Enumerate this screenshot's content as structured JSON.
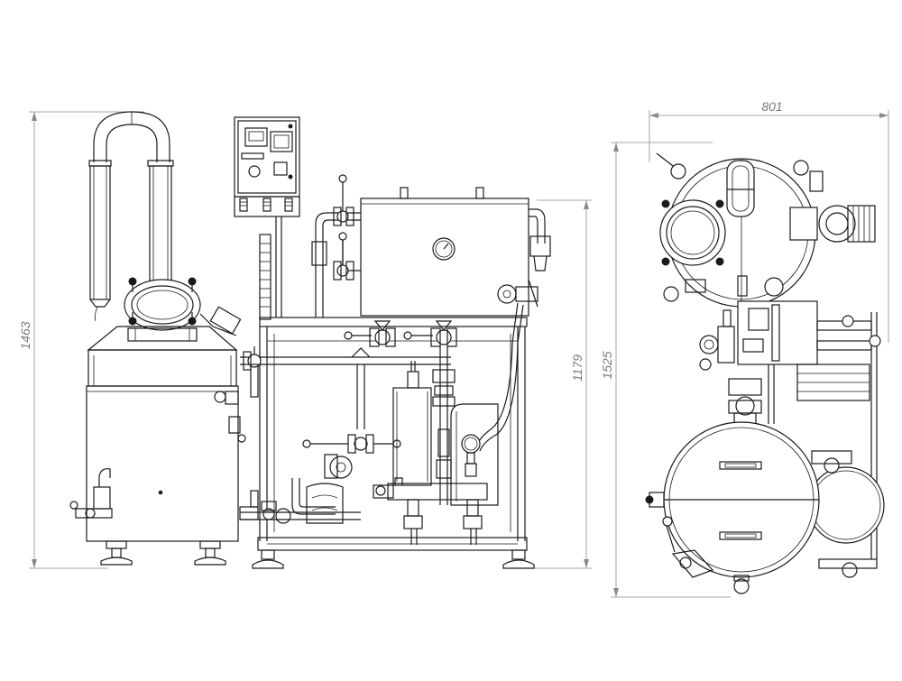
{
  "dimensions": {
    "front_height_total": "1463",
    "front_height_frame": "1179",
    "side_width": "801",
    "side_height": "1525"
  },
  "colors": {
    "line": "#1a1a1a",
    "dimension_line": "#8a8a8a",
    "dimension_text": "#7a7a7a",
    "background": "#ffffff"
  }
}
